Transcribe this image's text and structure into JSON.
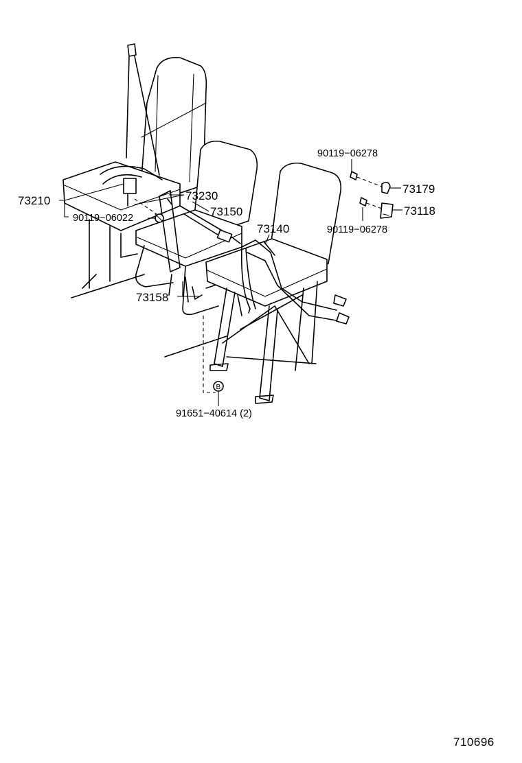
{
  "figure_id": "710696",
  "labels": {
    "p73210": "73210",
    "p90119_06022": "90119−06022",
    "p73230": "73230",
    "p73150": "73150",
    "p73140": "73140",
    "p73158": "73158",
    "p90119_06278_top": "90119−06278",
    "p73179": "73179",
    "p73118": "73118",
    "p90119_06278_bot": "90119−06278",
    "p91651": "91651−40614 (2)",
    "marker_b": "B"
  }
}
